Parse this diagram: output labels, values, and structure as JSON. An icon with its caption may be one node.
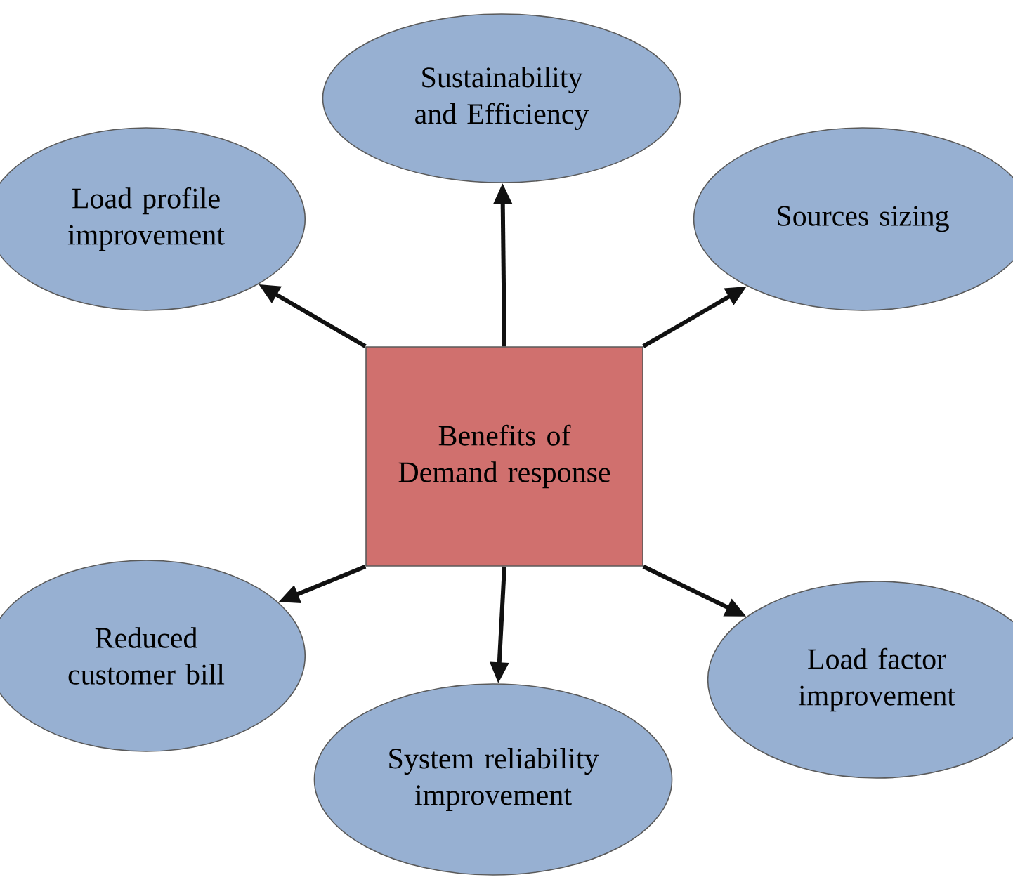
{
  "diagram": {
    "nodes": [
      {
        "text": [
          "Sustainability and Efficiency"
        ]
      },
      {
        "text": [
          "Load profile improvement"
        ]
      },
      {
        "text": [
          "Sources sizing"
        ]
      },
      {
        "text": [
          "Benefits of Demand response"
        ]
      },
      {
        "text": [
          "Reduced customer bill"
        ]
      },
      {
        "text": [
          "Load factor improvement"
        ]
      },
      {
        "text": [
          "System reliability improvement"
        ]
      }
    ],
    "edges": [
      {
        "from": 3,
        "to": 0,
        "arrow": "to"
      },
      {
        "from": 3,
        "to": 1,
        "arrow": "to"
      },
      {
        "from": 3,
        "to": 2,
        "arrow": "to"
      },
      {
        "from": 3,
        "to": 4,
        "arrow": "to"
      },
      {
        "from": 3,
        "to": 5,
        "arrow": "to"
      },
      {
        "from": 3,
        "to": 6,
        "arrow": "to"
      }
    ]
  }
}
